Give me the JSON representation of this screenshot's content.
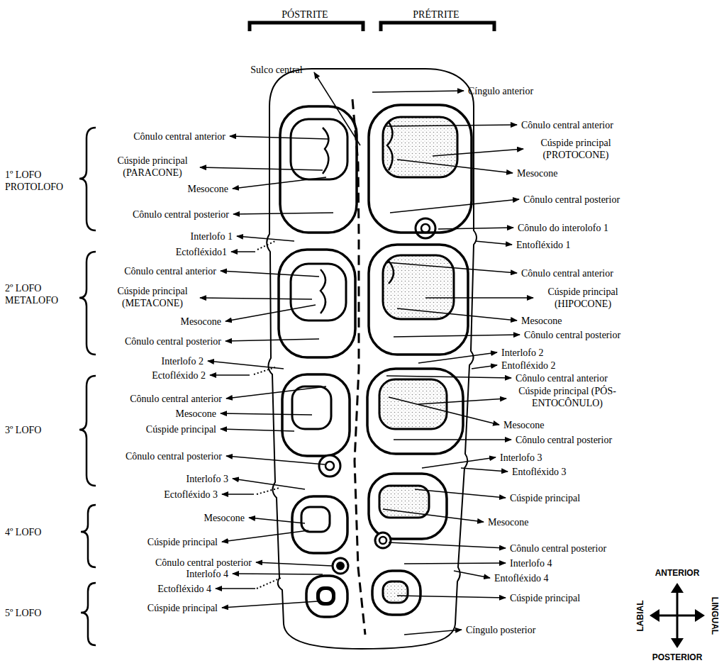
{
  "diagram": {
    "labels": [
      "PÓSTRITE",
      "PRÉTRITE",
      "Sulco central",
      "Cíngulo anterior",
      "Cônulo central anterior",
      "Cônulo central anterior",
      "Cúspide principal (PROTOCONE)",
      "1º LOFO PROTOLOFO",
      "Cúspide principal (PARACONE)",
      "Mesocone",
      "Mesocone",
      "Cônulo central posterior",
      "Cônulo central posterior",
      "Cônulo do interolofo 1",
      "Interlofo 1",
      "Entofléxido 1",
      "Ectofléxido1",
      "Cônulo central anterior",
      "Cônulo central anterior",
      "2º LOFO METALOFO",
      "Cúspide principal (METACONE)",
      "Cúspide principal (HIPOCONE)",
      "Mesocone",
      "Mesocone",
      "Cônulo central posterior",
      "Cônulo central posterior",
      "Interlofo 2",
      "Interlofo 2",
      "Entofléxido 2",
      "Ectofléxido 2",
      "Cônulo central anterior",
      "Cúspide principal (PÓS-ENTOCÔNULO)",
      "Cônulo central anterior",
      "Mesocone",
      "Mesocone",
      "3º LOFO",
      "Cúspide principal",
      "Cônulo central posterior",
      "Cônulo central posterior",
      "Interlofo 3",
      "Entofléxido 3",
      "Interlofo 3",
      "Ectofléxido 3",
      "Cúspide principal",
      "Mesocone",
      "Mesocone",
      "4º LOFO",
      "Cúspide principal",
      "Cônulo central posterior",
      "Cônulo central posterior",
      "Interlofo 4",
      "Interlofo 4",
      "Entofléxido 4",
      "Ectofléxido 4",
      "Cúspide principal",
      "Cúspide principal",
      "5º LOFO",
      "Cíngulo posterior",
      "ANTERIOR",
      "LABIAL",
      "LINGUAL",
      "POSTERIOR"
    ]
  }
}
